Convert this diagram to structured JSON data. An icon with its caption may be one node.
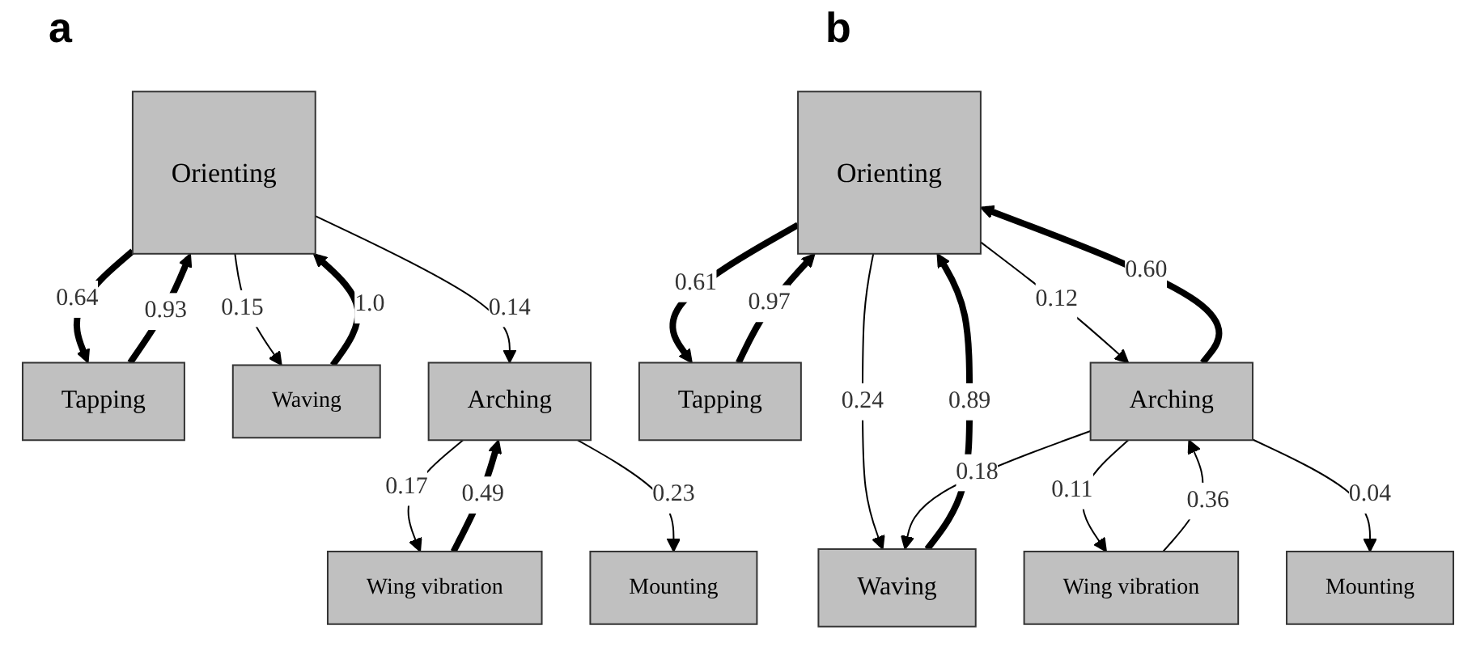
{
  "diagram": {
    "nodes": [
      {
        "text": [
          "Orienting"
        ]
      },
      {
        "text": [
          "Tapping"
        ]
      },
      {
        "text": [
          "Waving"
        ]
      },
      {
        "text": [
          "Wing vibration"
        ]
      },
      {
        "text": [
          "Arching"
        ]
      },
      {
        "text": [
          "Mounting"
        ]
      },
      {
        "text": [
          "Orienting"
        ]
      },
      {
        "text": [
          "Tapping"
        ]
      },
      {
        "text": [
          "Waving"
        ]
      },
      {
        "text": [
          "Wing vibration"
        ]
      },
      {
        "text": [
          "Arching"
        ]
      },
      {
        "text": [
          "Mounting"
        ]
      }
    ],
    "edges": [
      {
        "from": 1,
        "to": 0,
        "arrow": "to",
        "label": "0.93",
        "style": "thick"
      },
      {
        "from": 0,
        "to": 1,
        "arrow": "to",
        "label": "0.64",
        "style": "thick"
      },
      {
        "from": 2,
        "to": 0,
        "arrow": "to",
        "label": "1.0",
        "style": "thick"
      },
      {
        "from": 0,
        "to": 2,
        "arrow": "to",
        "label": "0.15"
      },
      {
        "from": 0,
        "to": 4,
        "arrow": "to",
        "label": "0.14"
      },
      {
        "from": 3,
        "to": 4,
        "arrow": "to",
        "label": "0.49",
        "style": "thick"
      },
      {
        "from": 4,
        "to": 3,
        "arrow": "to",
        "label": "0.17"
      },
      {
        "from": 4,
        "to": 5,
        "arrow": "to",
        "label": "0.23"
      },
      {
        "from": 7,
        "to": 6,
        "arrow": "to",
        "label": "0.97",
        "style": "thick"
      },
      {
        "from": 6,
        "to": 7,
        "arrow": "to",
        "label": "0.61",
        "style": "thick"
      },
      {
        "from": 6,
        "to": 8,
        "arrow": "to",
        "label": "0.24"
      },
      {
        "from": 8,
        "to": 6,
        "arrow": "to",
        "label": "0.89",
        "style": "thick"
      },
      {
        "from": 6,
        "to": 10,
        "arrow": "to",
        "label": "0.12"
      },
      {
        "from": 10,
        "to": 6,
        "arrow": "to",
        "label": "0.60",
        "style": "thick"
      },
      {
        "from": 9,
        "to": 10,
        "arrow": "to",
        "label": "0.36"
      },
      {
        "from": 10,
        "to": 9,
        "arrow": "to",
        "label": "0.11"
      },
      {
        "from": 10,
        "to": 8,
        "arrow": "to",
        "label": "0.18"
      },
      {
        "from": 10,
        "to": 11,
        "arrow": "to",
        "label": "0.04"
      }
    ],
    "labels": [
      "a",
      "b"
    ]
  }
}
